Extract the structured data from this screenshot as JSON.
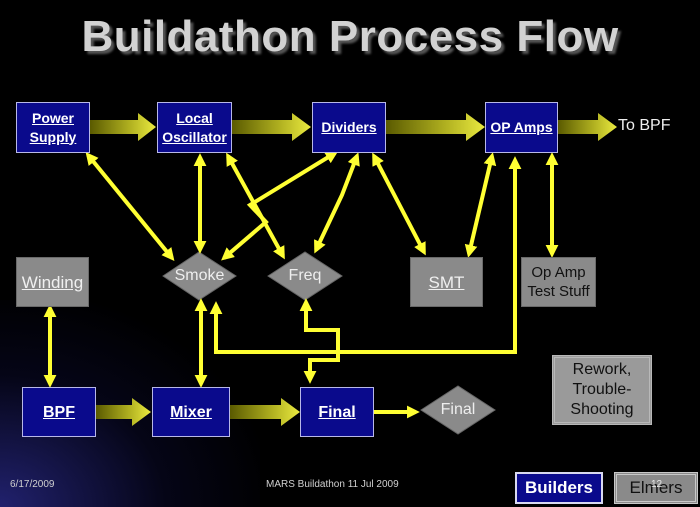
{
  "title": "Buildathon Process Flow",
  "nodes": {
    "power_supply": "Power\nSupply",
    "local_oscillator": "Local\nOscillator",
    "dividers": "Dividers",
    "op_amps": "OP Amps",
    "to_bpf": "To BPF",
    "winding": "Winding",
    "smoke": "Smoke",
    "freq": "Freq",
    "smt": "SMT",
    "op_amp_test": "Op Amp\nTest Stuff",
    "bpf": "BPF",
    "mixer": "Mixer",
    "final": "Final",
    "final_test": "Final",
    "rework": "Rework,\nTrouble-\nShooting"
  },
  "footer": {
    "date": "6/17/2009",
    "event": "MARS Buildathon 11 Jul 2009",
    "page": "12"
  },
  "nav": {
    "builders": "Builders",
    "elmers": "Elmers"
  },
  "colors": {
    "background": "#000000",
    "box_blue": "#0a0a8c",
    "box_gray": "#8a8a8a",
    "arrow_yellow": "#ffff33",
    "arrow_olive": "#808000"
  }
}
